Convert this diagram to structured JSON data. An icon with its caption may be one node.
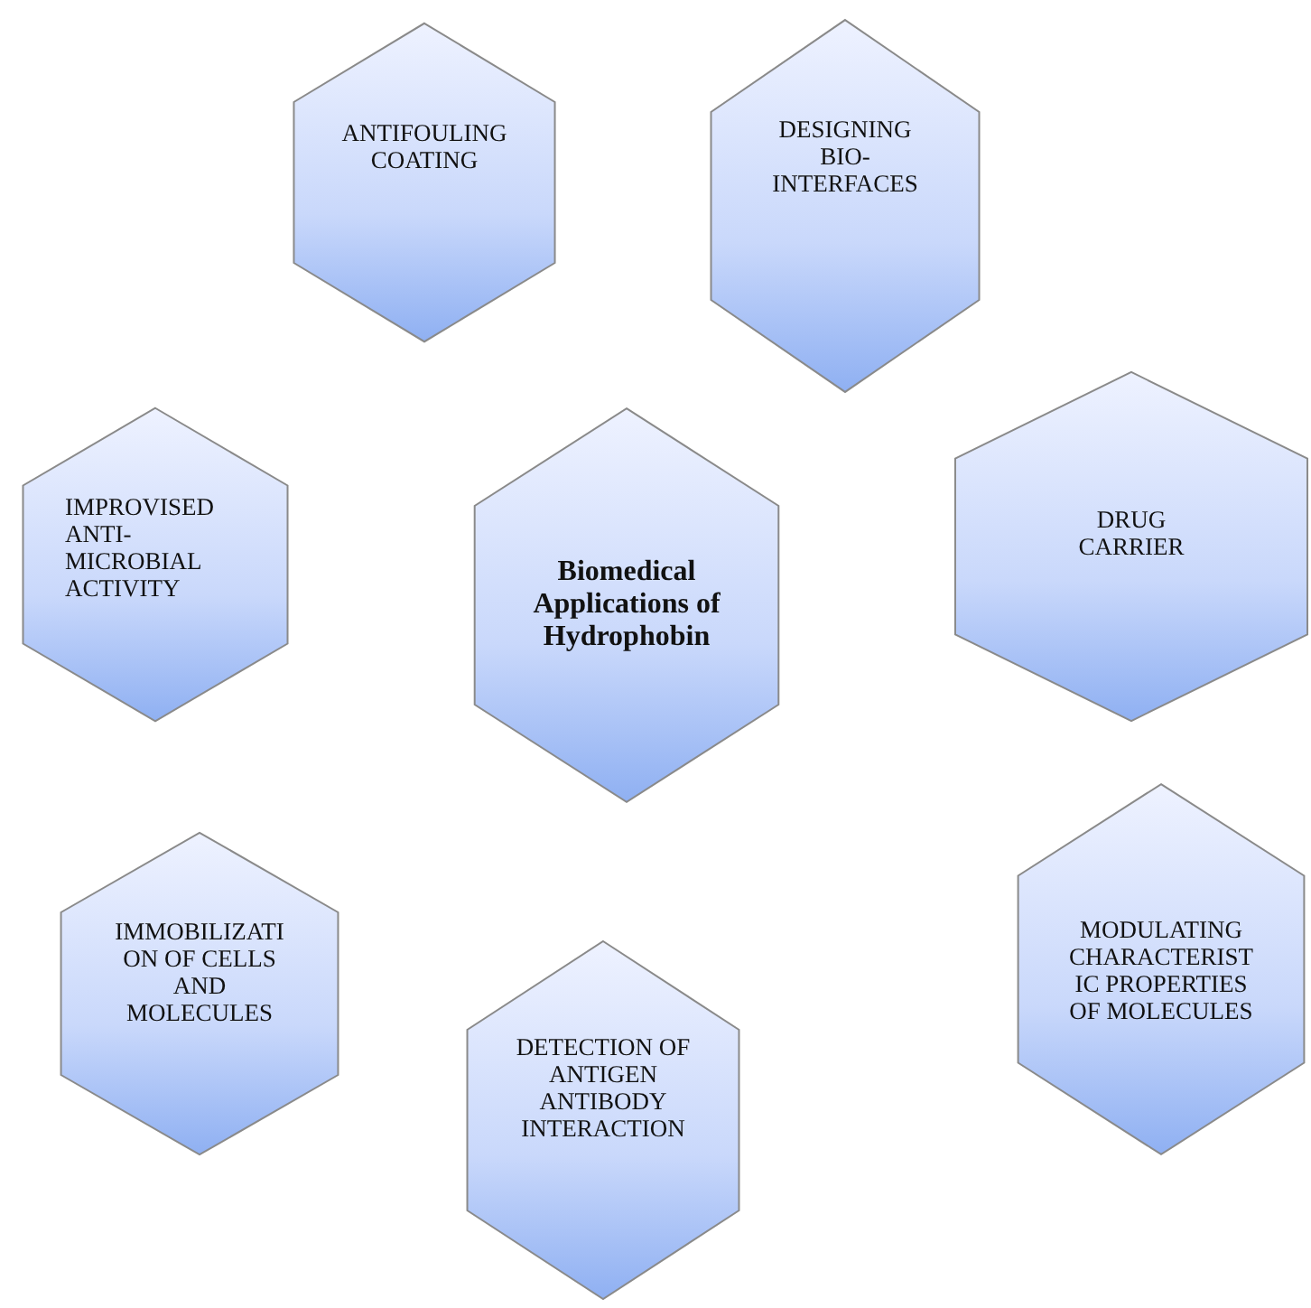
{
  "diagram": {
    "nodes": [
      {
        "text": [
          "ANTIFOULING COATING"
        ]
      },
      {
        "text": [
          "DESIGNING BIO- INTERFACES"
        ]
      },
      {
        "text": [
          "IMPROVISED ANTI- MICROBIAL ACTIVITY"
        ]
      },
      {
        "text": [
          "Biomedical Applications of Hydrophobin"
        ]
      },
      {
        "text": [
          "DRUG CARRIER"
        ]
      },
      {
        "text": [
          "IMMOBILIZATI ON OF CELLS AND MOLECULES"
        ]
      },
      {
        "text": [
          "MODULATING CHARACTERIST IC PROPERTIES OF MOLECULES"
        ]
      },
      {
        "text": [
          "DETECTION OF ANTIGEN ANTIBODY INTERACTION"
        ]
      }
    ]
  }
}
